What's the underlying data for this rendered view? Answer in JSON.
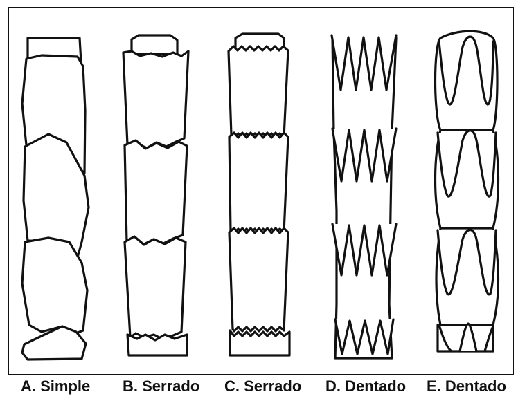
{
  "figure": {
    "captions": {
      "a": "A. Simple",
      "b": "B. Serrado",
      "c": "C. Serrado",
      "d": "D. Dentado",
      "e": "E. Dentado"
    }
  }
}
